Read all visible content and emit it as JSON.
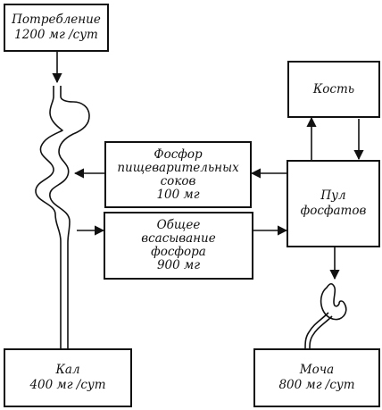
{
  "intake": {
    "line1": "Потребление",
    "line2": "1200 мг /сут"
  },
  "bone": {
    "label": "Кость"
  },
  "digestive_phosphorus": {
    "line1": "Фосфор",
    "line2": "пищеварительных",
    "line3": "соков",
    "line4": "100 мг"
  },
  "total_absorption": {
    "line1": "Общее",
    "line2": "всасывание",
    "line3": "фосфора",
    "line4": "900 мг"
  },
  "phosphate_pool": {
    "line1": "Пул",
    "line2": "фосфатов"
  },
  "feces": {
    "line1": "Кал",
    "line2": "400 мг /сут"
  },
  "urine": {
    "line1": "Моча",
    "line2": "800 мг /сут"
  }
}
